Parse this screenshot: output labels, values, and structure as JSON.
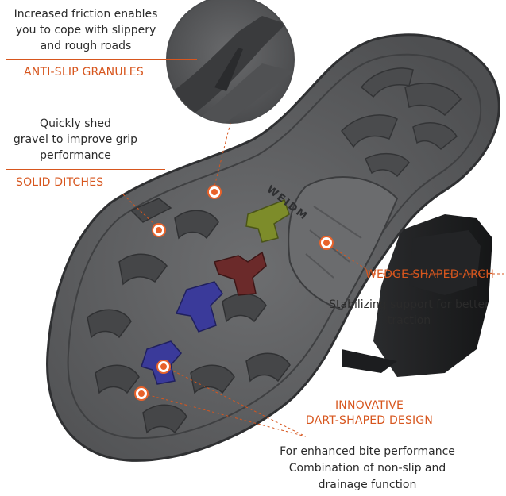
{
  "colors": {
    "accent": "#d7561e",
    "sole": "#5e5f61",
    "sole_dark": "#3f4042",
    "lug_green": "#7d8c2a",
    "lug_red": "#6b2a2a",
    "lug_blue": "#3a3a9a"
  },
  "anti_slip": {
    "description_lines": [
      "Increased friction enables",
      "you to cope with slippery",
      "and rough roads"
    ],
    "heading": "ANTI-SLIP GRANULES"
  },
  "solid_ditches": {
    "description_lines": [
      "Quickly shed",
      "gravel to improve grip",
      "performance"
    ],
    "heading": "SOLID DITCHES"
  },
  "wedge_arch": {
    "heading": "WEDGE-SHAPED ARCH",
    "description_lines": [
      "Stabilizing support for better",
      "traction"
    ]
  },
  "dart_design": {
    "heading_lines": [
      "INNOVATIVE",
      "DART-SHAPED DESIGN"
    ],
    "description_lines": [
      "For enhanced bite performance",
      "Combination of non-slip and",
      "drainage function"
    ]
  },
  "sole_brand": "WEIDM"
}
